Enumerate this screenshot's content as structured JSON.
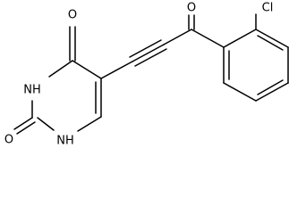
{
  "molecule": {
    "atoms": {
      "o_top": "O",
      "o_bottom": "O",
      "o_carbonyl": "O",
      "nh_upper": "NH",
      "nh_lower": "NH",
      "h_upper": "H",
      "h_lower": "H",
      "chlorine": "Cl"
    }
  }
}
